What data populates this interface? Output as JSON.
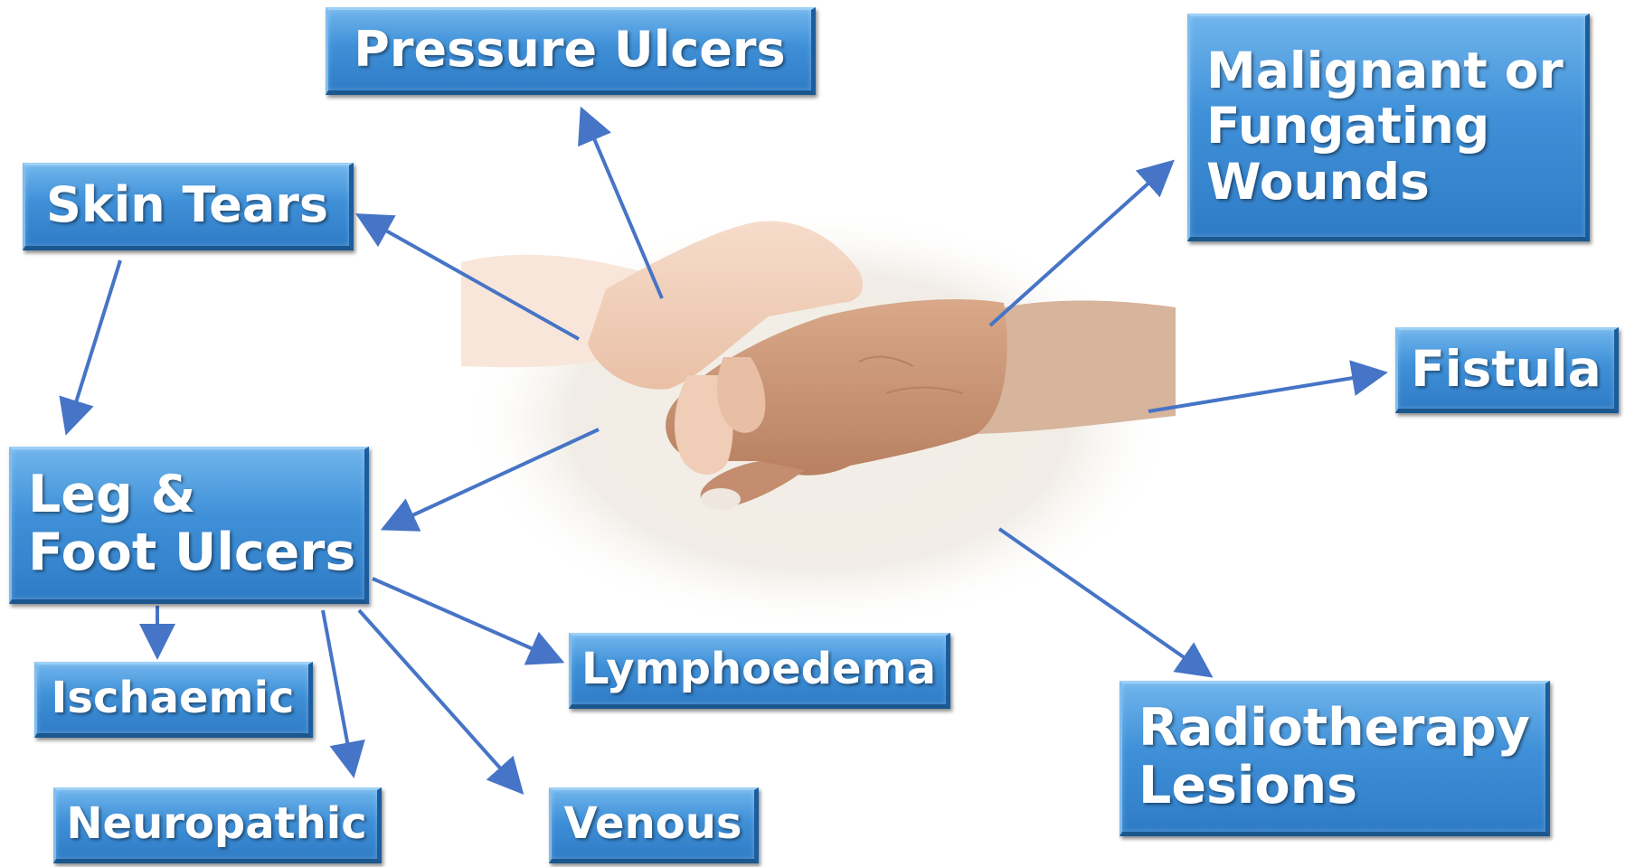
{
  "nodes": {
    "pressure_ulcers": "Pressure Ulcers",
    "skin_tears": "Skin Tears",
    "malignant": [
      "Malignant or",
      "Fungating",
      "Wounds"
    ],
    "fistula": "Fistula",
    "leg_foot_ulcers": [
      "Leg &",
      "Foot Ulcers"
    ],
    "lymphoedema": "Lymphoedema",
    "radiotherapy": [
      "Radiotherapy",
      "Lesions"
    ],
    "ischaemic": "Ischaemic",
    "neuropathic": "Neuropathic",
    "venous": "Venous"
  },
  "image": {
    "subject": "caring-hands-photo"
  },
  "colors": {
    "box_top": "#6fb4ec",
    "box_bottom": "#2f7cc6",
    "arrow": "#4674c6",
    "text": "#ffffff"
  }
}
